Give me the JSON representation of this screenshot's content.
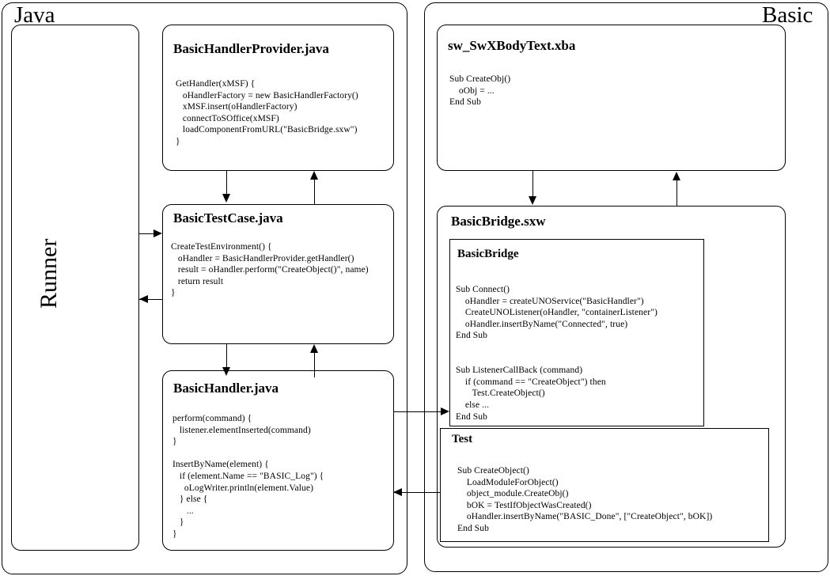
{
  "diagram": {
    "panels": [
      {
        "id": "java",
        "title": "Java"
      },
      {
        "id": "basic",
        "title": "Basic"
      }
    ],
    "runner": {
      "label": "Runner"
    },
    "boxes": {
      "basic_handler_provider": {
        "title": "BasicHandlerProvider.java",
        "code": "GetHandler(xMSF) {\n   oHandlerFactory = new BasicHandlerFactory()\n   xMSF.insert(oHandlerFactory)\n   connectToSOffice(xMSF)\n   loadComponentFromURL(\"BasicBridge.sxw\")\n}"
      },
      "basic_test_case": {
        "title": "BasicTestCase.java",
        "code": "CreateTestEnvironment() {\n   oHandler = BasicHandlerProvider.getHandler()\n   result = oHandler.perform(\"CreateObject()\", name)\n   return result\n}"
      },
      "basic_handler": {
        "title": "BasicHandler.java",
        "code": "perform(command) {\n   listener.elementInserted(command)\n}\n\nInsertByName(element) {\n   if (element.Name == \"BASIC_Log\") {\n     oLogWriter.println(element.Value)\n   } else {\n      ...\n   }\n}"
      },
      "sw_swxbodytext": {
        "title": "sw_SwXBodyText.xba",
        "code": "Sub CreateObj()\n    oObj = ...\nEnd Sub"
      },
      "basic_bridge_sxw": {
        "title": "BasicBridge.sxw"
      },
      "basic_bridge_module": {
        "title": "BasicBridge",
        "code": "Sub Connect()\n    oHandler = createUNOService(\"BasicHandler\")\n    CreateUNOListener(oHandler, \"containerListener\")\n    oHandler.insertByName(\"Connected\", true)\nEnd Sub\n\n\nSub ListenerCallBack (command)\n    if (command == \"CreateObject\") then\n       Test.CreateObject()\n    else ...\nEnd Sub"
      },
      "test_module": {
        "title": "Test",
        "code": "Sub CreateObject()\n    LoadModuleForObject()\n    object_module.CreateObj()\n    bOK = TestIfObjectWasCreated()\n    oHandler.insertByName(\"BASIC_Done\", [\"CreateObject\", bOK])\nEnd Sub"
      }
    },
    "colors": {
      "stroke": "#000000",
      "background": "#ffffff"
    }
  }
}
